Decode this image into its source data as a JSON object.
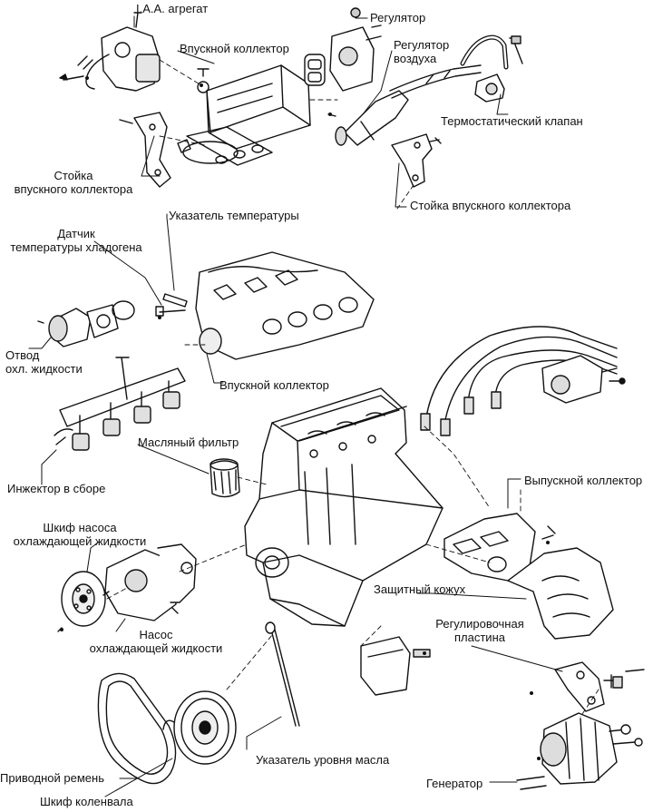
{
  "labels": {
    "iaa_unit": "I.A.A. агрегат",
    "regulator": "Регулятор",
    "intake_manifold_top": "Впускной коллектор",
    "air_regulator_1": "Регулятор",
    "air_regulator_2": "воздуха",
    "thermostatic_valve": "Термостатический клапан",
    "intake_bracket_left_1": "Стойка",
    "intake_bracket_left_2": "впускного коллектора",
    "intake_bracket_right": "Стойка впускного коллектора",
    "temp_indicator": "Указатель температуры",
    "coolant_sensor_1": "Датчик",
    "coolant_sensor_2": "температуры хладогена",
    "coolant_outlet_1": "Отвод",
    "coolant_outlet_2": "охл. жидкости",
    "intake_manifold_mid": "Впускной коллектор",
    "oil_filter": "Масляный фильтр",
    "injector_assembly": "Инжектор в сборе",
    "exhaust_manifold": "Выпускной коллектор",
    "water_pump_pulley_1": "Шкиф насоса",
    "water_pump_pulley_2": "охлаждающей жидкости",
    "heat_shield": "Защитный кожух",
    "water_pump_1": "Насос",
    "water_pump_2": "охлаждающей жидкости",
    "adjusting_plate_1": "Регулировочная",
    "adjusting_plate_2": "пластина",
    "oil_dipstick": "Указатель уровня масла",
    "drive_belt": "Приводной ремень",
    "alternator": "Генератор",
    "crank_pulley": "Шкиф коленвала"
  }
}
